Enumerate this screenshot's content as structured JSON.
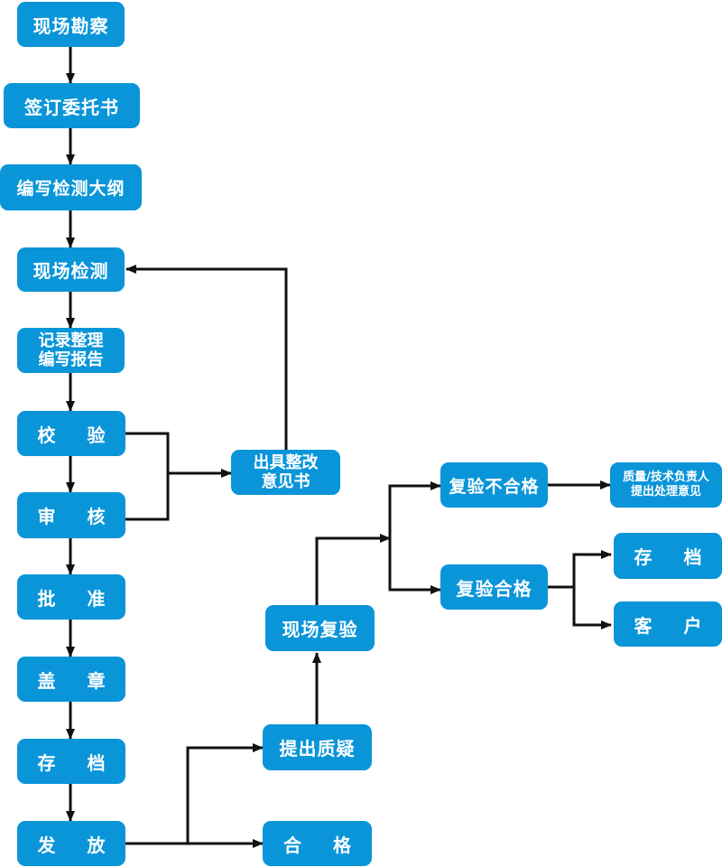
{
  "colors": {
    "box_fill": "#0a95d9",
    "box_text": "#ffffff",
    "connector": "#111111"
  },
  "nodes": {
    "site_survey": "现场勘察",
    "sign_contract": "签订委托书",
    "write_outline": "编写检测大纲",
    "site_testing": "现场检测",
    "record_report": "记录整理\n编写报告",
    "verify": "校 验",
    "review": "审 核",
    "approve": "批 准",
    "seal": "盖 章",
    "archive": "存 档",
    "issue": "发 放",
    "rectification_notice": "出具整改\n意见书",
    "raise_query": "提出质疑",
    "qualified": "合 格",
    "site_retest": "现场复验",
    "retest_fail": "复验不合格",
    "retest_pass": "复验合格",
    "handling_opinion": "质量/技术负责人\n提出处理意见",
    "archive_2": "存 档",
    "customer": "客 户"
  }
}
